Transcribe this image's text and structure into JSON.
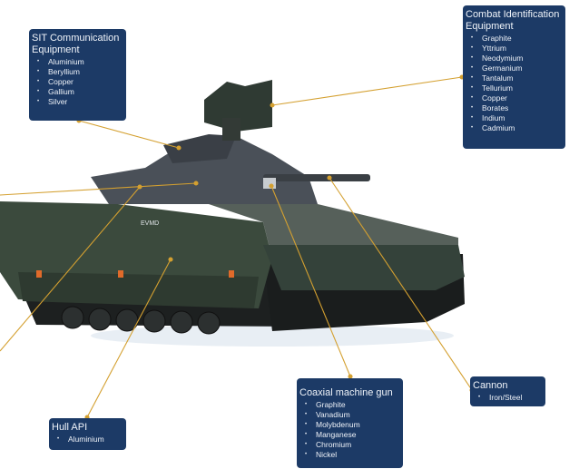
{
  "colors": {
    "box": "#1c3a66",
    "leader_line": "#d4a030",
    "tank_hull": "#3a4a3c",
    "turret": "#4a5058"
  },
  "vehicle_marking": "EVMD",
  "callouts": [
    {
      "id": "sit",
      "title": "SIT Communication Equipment",
      "items": [
        "Aluminium",
        "Beryllium",
        "Copper",
        "Gallium",
        "Silver"
      ]
    },
    {
      "id": "combat-id",
      "title": "Combat Identification Equipment",
      "items": [
        "Graphite",
        "Yttrium",
        "Neodymium",
        "Germanium",
        "Tantalum",
        "Tellurium",
        "Copper",
        "Borates",
        "Indium",
        "Cadmium"
      ]
    },
    {
      "id": "hull-api",
      "title": "Hull API",
      "items": [
        "Aluminium"
      ]
    },
    {
      "id": "coax",
      "title": "Coaxial machine gun",
      "items": [
        "Graphite",
        "Vanadium",
        "Molybdenum",
        "Manganese",
        "Chromium",
        "Nickel"
      ]
    },
    {
      "id": "cannon",
      "title": "Cannon",
      "items": [
        "Iron/Steel"
      ]
    }
  ]
}
